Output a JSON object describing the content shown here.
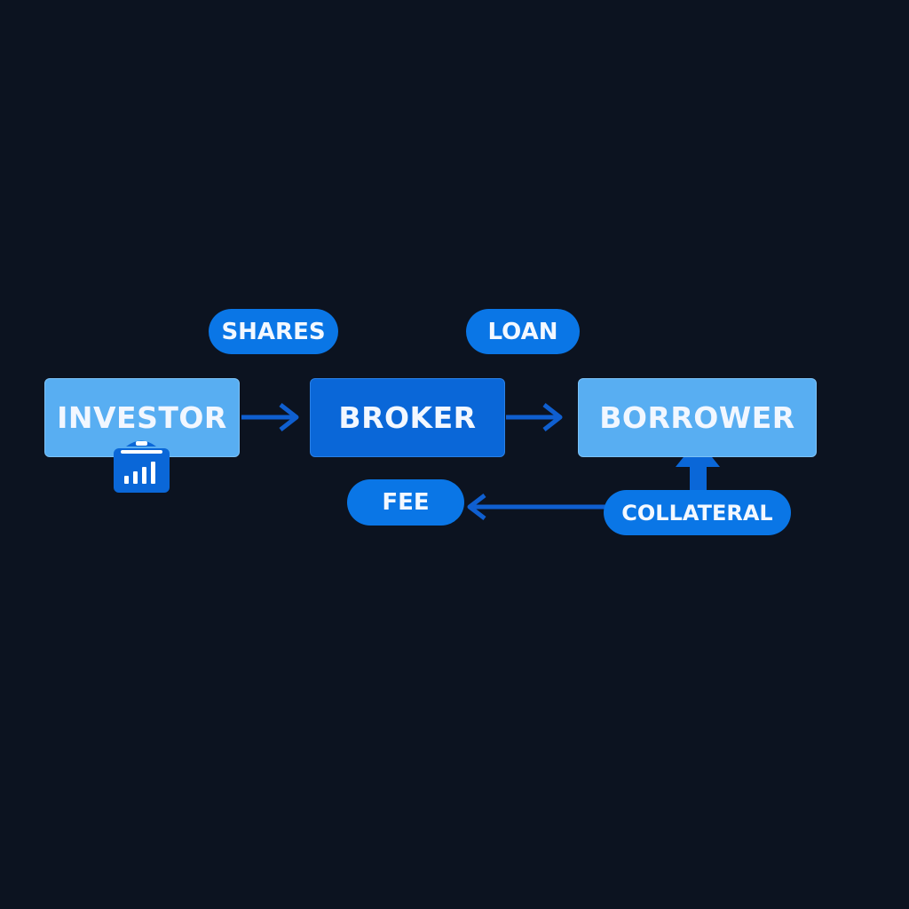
{
  "nodes": {
    "investor": "INVESTOR",
    "broker": "BROKER",
    "borrower": "BORROWER"
  },
  "labels": {
    "shares": "SHARES",
    "loan": "LOAN",
    "fee": "FEE",
    "collateral": "COLLATERAL"
  },
  "icons": {
    "investor_badge": "bank-chart-icon"
  },
  "colors": {
    "background": "#0c1320",
    "node_light": "#58aef2",
    "node_dark": "#0a67d8",
    "pill": "#0a76e6",
    "arrow": "#0f5fd0",
    "text": "#f2f7ff"
  }
}
